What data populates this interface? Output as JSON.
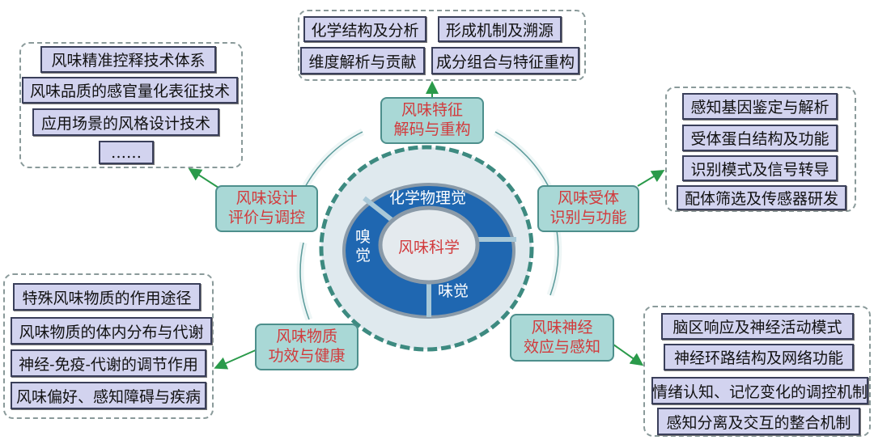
{
  "center": {
    "title": "风味科学",
    "seg_top": "化学物理觉",
    "seg_left": "嗅觉",
    "seg_bottom": "味觉"
  },
  "themes": {
    "top": [
      "风味特征",
      "解码与重构"
    ],
    "left": [
      "风味设计",
      "评价与调控"
    ],
    "right": [
      "风味受体",
      "识别与功能"
    ],
    "bottom_left": [
      "风味物质",
      "功效与健康"
    ],
    "bottom_right": [
      "风味神经",
      "效应与感知"
    ]
  },
  "groups": {
    "top": [
      "化学结构及分析",
      "形成机制及溯源",
      "维度解析与贡献",
      "成分组合与特征重构"
    ],
    "top_left": [
      "风味精准控释技术体系",
      "风味品质的感官量化表征技术",
      "应用场景的风格设计技术",
      "……"
    ],
    "right": [
      "感知基因鉴定与解析",
      "受体蛋白结构及功能",
      "识别模式及信号转导",
      "配体筛选及传感器研发"
    ],
    "bottom_left": [
      "特殊风味物质的作用途径",
      "风味物质的体内分布与代谢",
      "神经-免疫-代谢的调节作用",
      "风味偏好、感知障碍与疾病"
    ],
    "bottom_right": [
      "脑区响应及神经活动模式",
      "神经环路结构及网络功能",
      "情绪认知、记忆变化的调控机制",
      "感知分离及交互的整合机制"
    ]
  },
  "colors": {
    "ring": "#1f67b1",
    "teal": "#a9d8d6",
    "item": "#d2d3ef",
    "red": "#d23a3c",
    "arrow": "#2a9a4a"
  }
}
